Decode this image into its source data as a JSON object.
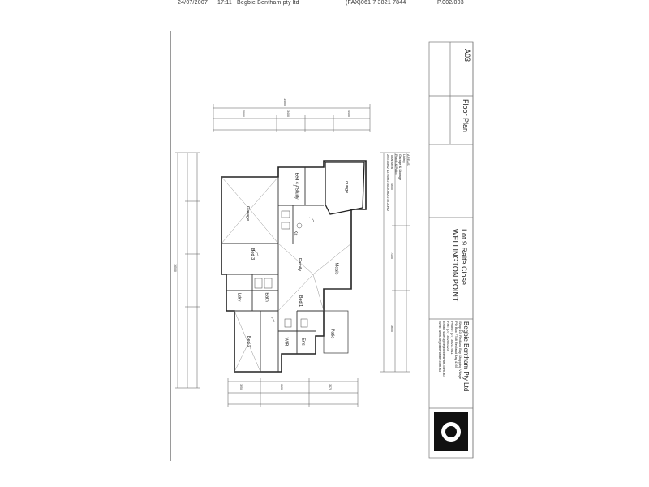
{
  "fax": {
    "date": "24/07/2007",
    "time": "17:11",
    "sender": "Begbie Bentham pty ltd",
    "fax_number": "(FAX)061 7 3821 7844",
    "page": "P.002/003"
  },
  "title_block": {
    "drawing_title": "Floor Plan",
    "drawing_number": "A03",
    "project_lot": "Lot 9 Raife Close",
    "project_suburb": "WELLINGTON POINT",
    "company": "Begbie Bentham Pty Ltd",
    "company_address_1": "Shop 10, Redland Bay Shopping Village",
    "company_address_2": "PO Box 7788 Redland Bay 4165",
    "company_phone": "Phone: (07) 3821 7811",
    "company_fax": "Fax: (07) 3829 0223",
    "company_email": "Email: sales@begbiebentham.com.au",
    "company_web": "Web: www.begbiebentham.com.au",
    "areas_title": "AREAS",
    "areas_living": "Living",
    "areas_garage": "Garage & Storage",
    "areas_porch": "Porch & Patio",
    "areas_total": "Total Area",
    "areas_values": "203.00m2  42.00m2  30.20m2  275.20m2"
  },
  "rooms": {
    "lounge": "Lounge",
    "bed4_study": "Bed 4 / Study",
    "garage": "Garage",
    "bed3": "Bed 3",
    "family": "Family",
    "meals": "Meals",
    "bed1": "Bed 1",
    "bed2": "Bed 2",
    "patio": "Patio",
    "wir": "WIR",
    "ens": "Ens",
    "bath": "Bath",
    "ldry": "Ldry",
    "kitchen": "Kit"
  },
  "dimensions": {
    "overall_length": "14805",
    "overall_width": "16500",
    "top_1": "5920",
    "top_2": "3450",
    "top_3": "4400",
    "bottom_1": "3250",
    "bottom_2": "6130",
    "bottom_3": "3470",
    "side_1": "4600",
    "side_2": "7150",
    "side_3": "3650"
  }
}
